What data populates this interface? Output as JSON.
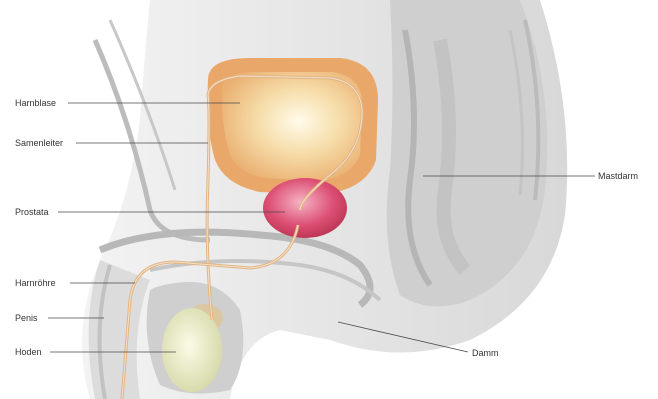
{
  "labels": {
    "bladder": "Harnblase",
    "vas_deferens": "Samenleiter",
    "prostate": "Prostata",
    "urethra": "Harnröhre",
    "penis": "Penis",
    "testis": "Hoden",
    "rectum": "Mastdarm",
    "perineum": "Damm"
  },
  "colors": {
    "background": "#ffffff",
    "tissue": "#e6e6e6",
    "tissue_dark": "#c9c9c9",
    "bladder_wall": "#e9a86a",
    "bladder_inner": "#f7e2b8",
    "prostate": "#d9476e",
    "testis": "#e4e6bd",
    "duct": "#e2b483",
    "leader": "#4a4a4a",
    "text": "#333333"
  },
  "icons": {
    "organs": "anatomical-illustration"
  }
}
